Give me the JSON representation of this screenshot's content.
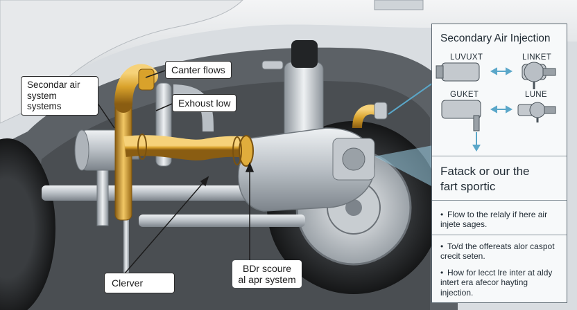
{
  "callouts": {
    "secondary_air": "Secondar air\nsystem systems",
    "canter_flows": "Canter flows",
    "exhaust_low": "Exhoust low",
    "clerver": "Clerver",
    "bdr_scoure": "BDr scoure\nal apr system"
  },
  "panel": {
    "title": "Secondary Air Injection",
    "label_tl": "LUVUXT",
    "label_tr": "LINKET",
    "label_bl": "GUKET",
    "label_br": "LUNE",
    "subtitle_line1": "Fatack or our the",
    "subtitle_line2": "fart sportic",
    "bullets": [
      "Flow to the relaly if here air\ninjete sages.",
      "To/d the offereats alor caspot\ncrecit seten.",
      "How for lecct lre inter at aldy\nintert era afecor hayting\ninjection."
    ]
  },
  "colors": {
    "pipe_gold": "#d9a22b",
    "pipe_silver": "#c4c9ce",
    "panel_border": "#5a6670",
    "accent_blue": "#5aa7c9"
  }
}
